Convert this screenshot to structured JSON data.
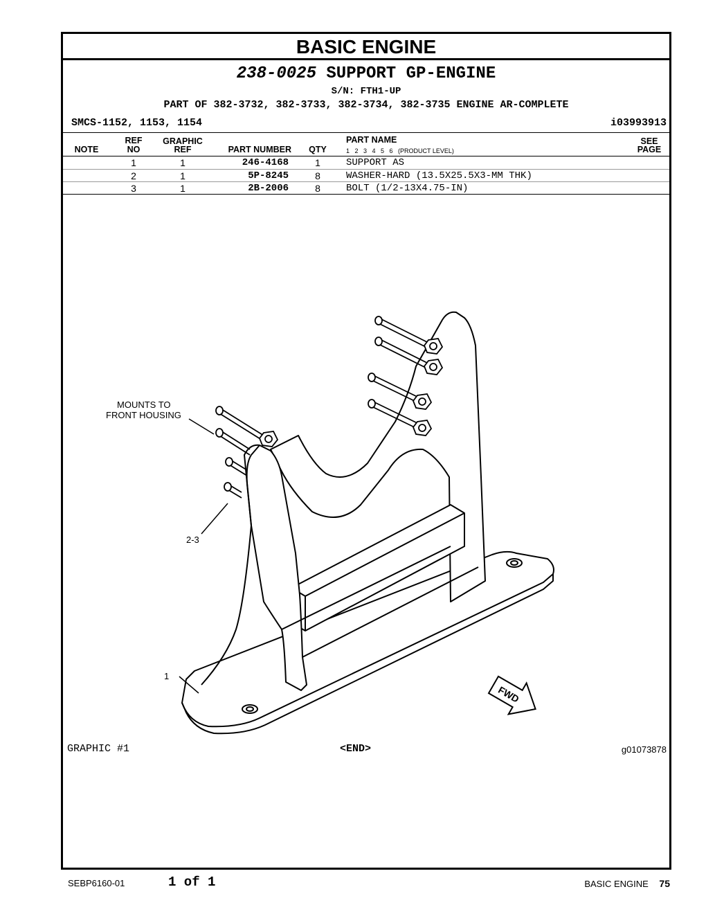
{
  "section_title": "BASIC ENGINE",
  "group": {
    "number": "238-0025",
    "name": "SUPPORT GP-ENGINE",
    "serial": "S/N: FTH1-UP",
    "part_of": "PART OF 382-3732, 382-3733, 382-3734, 382-3735 ENGINE AR-COMPLETE",
    "smcs": "SMCS-1152, 1153, 1154",
    "id": "i03993913"
  },
  "columns": {
    "note": "NOTE",
    "ref_top": "REF",
    "ref_bottom": "NO",
    "graphic_top": "GRAPHIC",
    "graphic_bottom": "REF",
    "part_number": "PART NUMBER",
    "qty": "QTY",
    "part_name": "PART NAME",
    "levels": "1   2   3   4   5   6   (PRODUCT LEVEL)",
    "see_top": "SEE",
    "see_bottom": "PAGE"
  },
  "parts": [
    {
      "ref": "1",
      "graphic": "1",
      "part_number": "246-4168",
      "qty": "1",
      "name": "SUPPORT AS"
    },
    {
      "ref": "2",
      "graphic": "1",
      "part_number": "5P-8245",
      "qty": "8",
      "name": "WASHER-HARD (13.5X25.5X3-MM THK)"
    },
    {
      "ref": "3",
      "graphic": "1",
      "part_number": "2B-2006",
      "qty": "8",
      "name": "BOLT (1/2-13X4.75-IN)"
    }
  ],
  "illustration": {
    "callout_mount_line1": "MOUNTS TO",
    "callout_mount_line2": "FRONT HOUSING",
    "callout_bolts": "2-3",
    "callout_support": "1",
    "fwd": "FWD"
  },
  "graphic_label": "GRAPHIC #1",
  "end_marker": "<END>",
  "graphic_id": "g01073878",
  "footer": {
    "doc": "SEBP6160-01",
    "page_of": "1 of 1",
    "section": "BASIC ENGINE",
    "page": "75"
  }
}
